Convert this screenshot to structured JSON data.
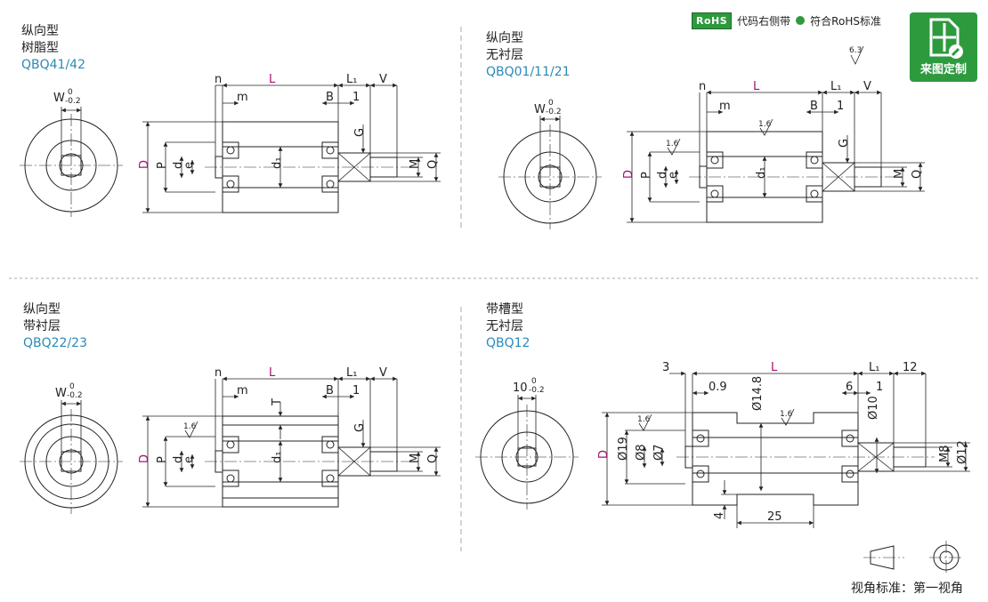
{
  "header": {
    "rohs_badge": "RoHS",
    "rohs_note": "代码右侧带",
    "rohs_note2": "符合RoHS标准",
    "custom_label": "来图定制",
    "roughness_general": "6.3"
  },
  "sections": [
    {
      "line1": "纵向型",
      "line2": "树脂型",
      "code": "QBQ41/42"
    },
    {
      "line1": "纵向型",
      "line2": "无衬层",
      "code": "QBQ01/11/21"
    },
    {
      "line1": "纵向型",
      "line2": "带衬层",
      "code": "QBQ22/23"
    },
    {
      "line1": "带槽型",
      "line2": "无衬层",
      "code": "QBQ12"
    }
  ],
  "dims": {
    "n": "n",
    "L": "L",
    "L1": "L₁",
    "V": "V",
    "m": "m",
    "B": "B",
    "one": "1",
    "G": "G",
    "D": "D",
    "P": "P",
    "d": "d",
    "e": "e",
    "d1": "d₁",
    "M": "M",
    "Q": "Q",
    "T": "T",
    "W": "W",
    "W_tol_top": "0",
    "W_tol_bot": "-0.2",
    "rough16": "1.6"
  },
  "qbq12": {
    "width": "10",
    "width_tol_top": "0",
    "width_tol_bot": "-0.2",
    "d3": "3",
    "d09": "0.9",
    "d148": "Ø14.8",
    "dL": "L",
    "d6": "6",
    "dL1": "L₁",
    "d1": "1",
    "d12": "12",
    "d10": "Ø10",
    "d19": "Ø19",
    "d8": "Ø8",
    "d7": "Ø7",
    "dM8": "M8",
    "d12b": "Ø12",
    "d4": "4",
    "d25": "25",
    "dD": "D"
  },
  "footer": {
    "view_standard": "视角标准：第一视角"
  }
}
